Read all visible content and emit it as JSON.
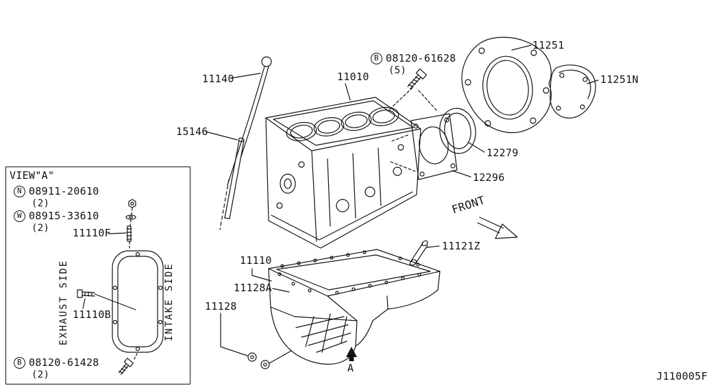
{
  "page": {
    "background": "#ffffff",
    "ink": "#111111",
    "diagram_code": "J110005F"
  },
  "labels": {
    "dipstick": "11140",
    "cylinder_block": "11010",
    "dipstick_guide": "15146",
    "bolt_61628": {
      "prefix": "B",
      "code": "08120-61628",
      "qty": "(5)"
    },
    "rear_plate": "11251",
    "dust_cover": "11251N",
    "rear_oil_seal": "12279",
    "seal_retainer": "12296",
    "front": "FRONT",
    "oil_level_tube": "11121Z",
    "oil_pan": "11110",
    "pan_bolt_a": "11128A",
    "pan_bolt": "11128",
    "view_arrow": "A"
  },
  "view_a": {
    "title": "VIEW\"A\"",
    "nut": {
      "prefix": "N",
      "code": "08911-20610",
      "qty": "(2)"
    },
    "washer": {
      "prefix": "W",
      "code": "08915-33610",
      "qty": "(2)"
    },
    "stud": "11110F",
    "exhaust_side": "EXHAUST SIDE",
    "intake_side": "INTAKE SIDE",
    "bolt": "11110B",
    "flange_bolt": {
      "prefix": "B",
      "code": "08120-61428",
      "qty": "(2)"
    }
  }
}
